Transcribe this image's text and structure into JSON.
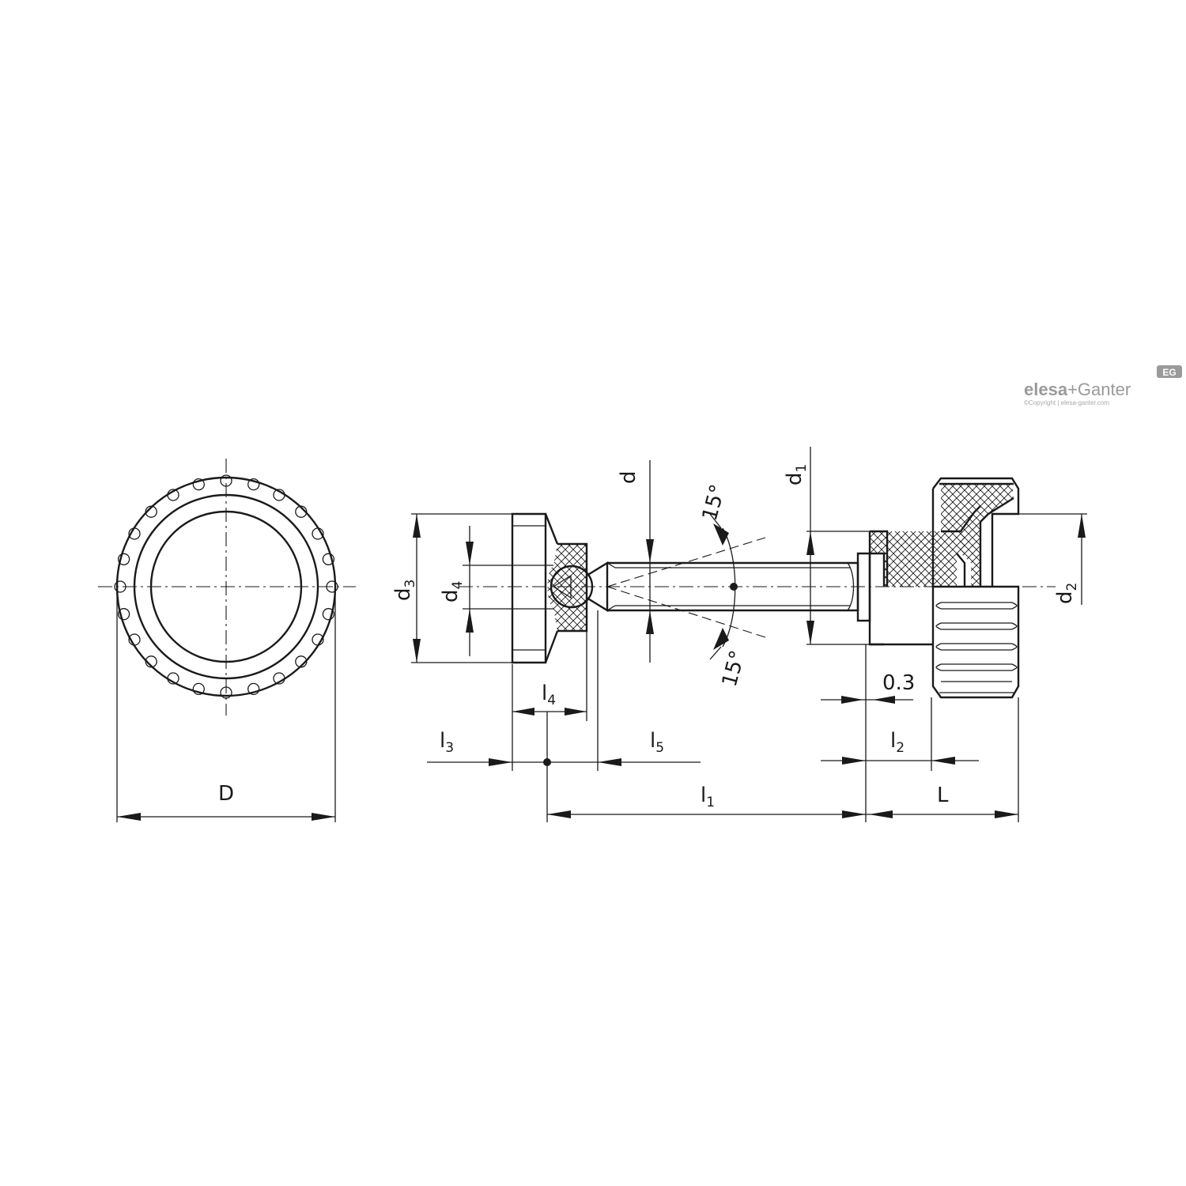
{
  "logo": {
    "brand_part1": "elesa",
    "brand_plus": "+",
    "brand_part2": "Ganter",
    "badge": "EG",
    "copyright": "©Copyright | elesa-ganter.com"
  },
  "labels": {
    "D": "D",
    "d": "d",
    "d1_main": "d",
    "d1_sub": "1",
    "d2_main": "d",
    "d2_sub": "2",
    "d3_main": "d",
    "d3_sub": "3",
    "d4_main": "d",
    "d4_sub": "4",
    "l1_main": "l",
    "l1_sub": "1",
    "l2_main": "l",
    "l2_sub": "2",
    "l3_main": "l",
    "l3_sub": "3",
    "l4_main": "l",
    "l4_sub": "4",
    "l5_main": "l",
    "l5_sub": "5",
    "L": "L",
    "gap": "0.3",
    "angle_top": "15°",
    "angle_bottom": "15°"
  }
}
